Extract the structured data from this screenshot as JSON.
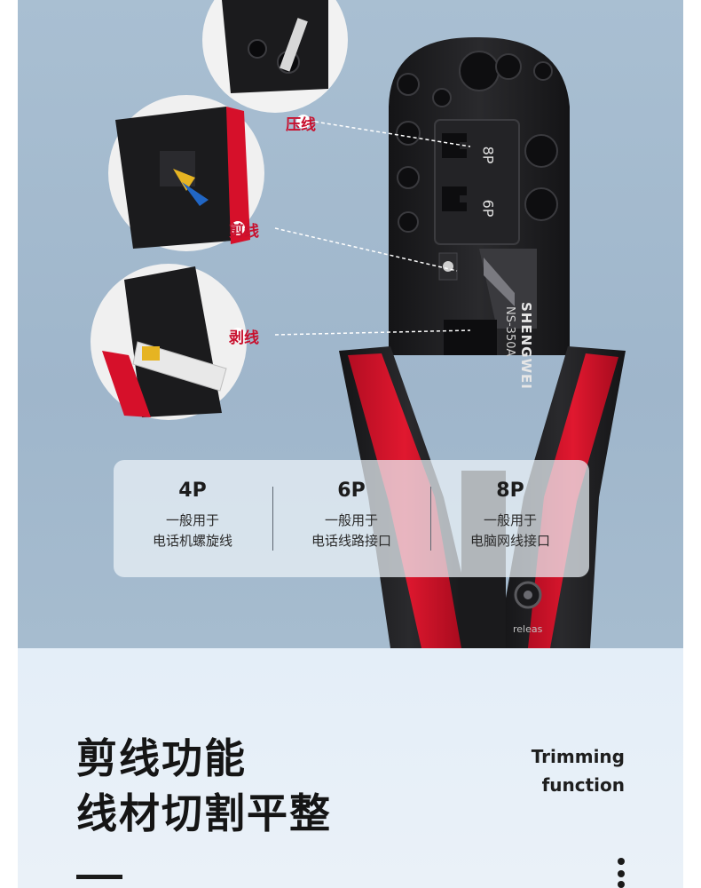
{
  "callouts": {
    "press": "压线",
    "cut": "剪线",
    "strip": "剥线"
  },
  "tool": {
    "brand": "SHENGWEI",
    "model": "NS-350A",
    "slot_8p": "8P",
    "slot_6p": "6P",
    "release": "releas"
  },
  "specs": [
    {
      "title": "4P",
      "line1": "一般用于",
      "line2": "电话机螺旋线"
    },
    {
      "title": "6P",
      "line1": "一般用于",
      "line2": "电话线路接口"
    },
    {
      "title": "8P",
      "line1": "一般用于",
      "line2": "电脑网线接口"
    }
  ],
  "feature": {
    "headline_line1": "剪线功能",
    "headline_line2": "线材切割平整",
    "en_line1": "Trimming",
    "en_line2": "function"
  },
  "colors": {
    "accent_red": "#d6102a",
    "tool_black": "#1b1b1d",
    "background_blue": "#a6bccf"
  }
}
